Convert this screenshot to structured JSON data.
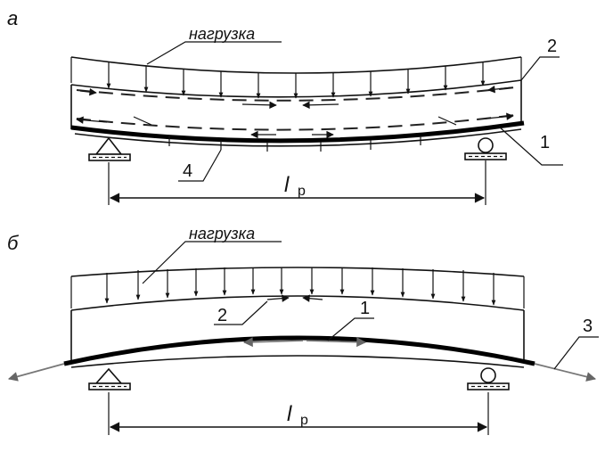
{
  "panels": [
    {
      "letter": "а",
      "load_label": "нагрузка",
      "span_symbol": "l",
      "span_subscript": "р",
      "callouts": [
        "1",
        "2",
        "4"
      ]
    },
    {
      "letter": "б",
      "load_label": "нагрузка",
      "span_symbol": "l",
      "span_subscript": "р",
      "callouts": [
        "1",
        "2",
        "3"
      ]
    }
  ]
}
